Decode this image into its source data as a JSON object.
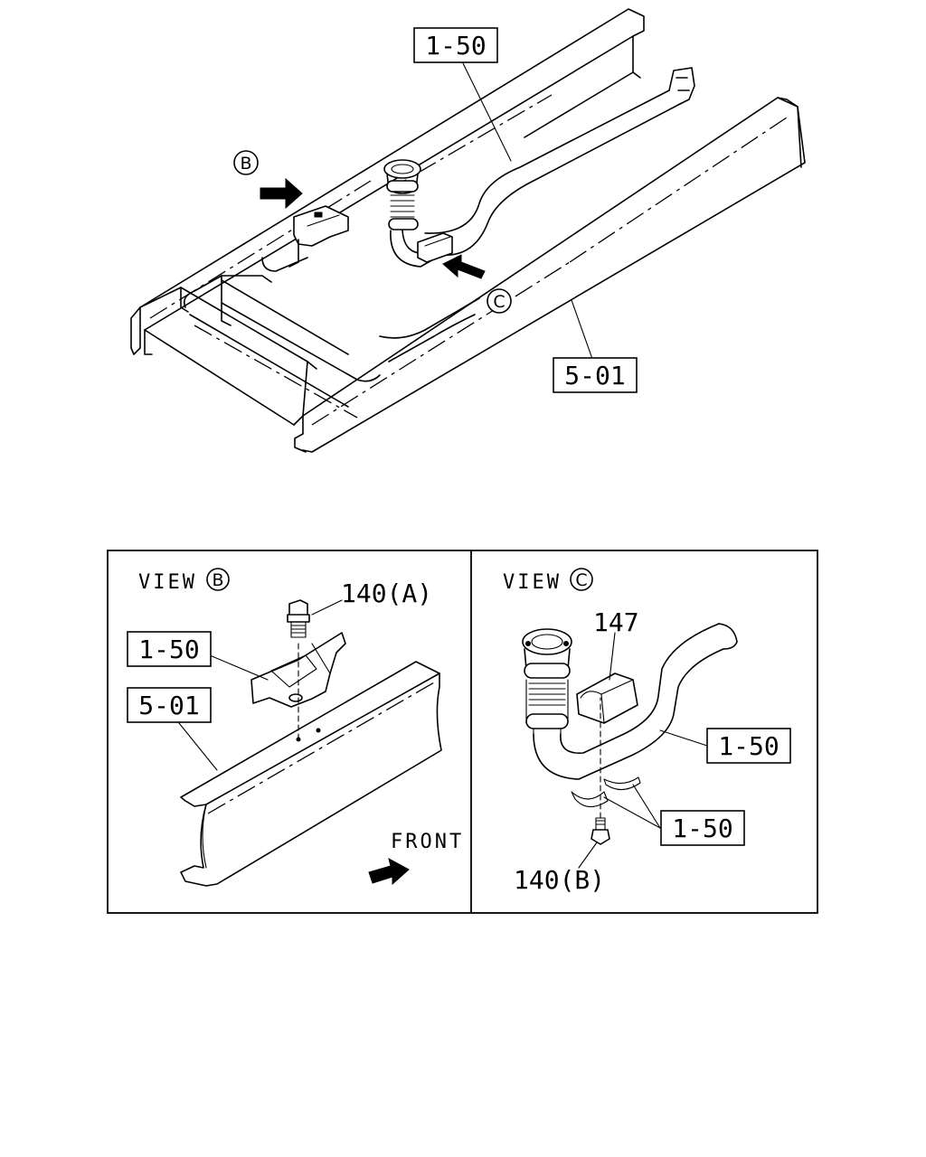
{
  "callouts": {
    "top_1_50": "1-50",
    "top_5_01": "5-01",
    "view_b_marker": "B",
    "view_c_marker": "C"
  },
  "view_b": {
    "title": "VIEW",
    "marker": "B",
    "part_140a": "140(A)",
    "part_1_50": "1-50",
    "part_5_01": "5-01",
    "front_label": "FRONT"
  },
  "view_c": {
    "title": "VIEW",
    "marker": "C",
    "part_147": "147",
    "part_1_50_upper": "1-50",
    "part_1_50_lower": "1-50",
    "part_140b": "140(B)"
  }
}
